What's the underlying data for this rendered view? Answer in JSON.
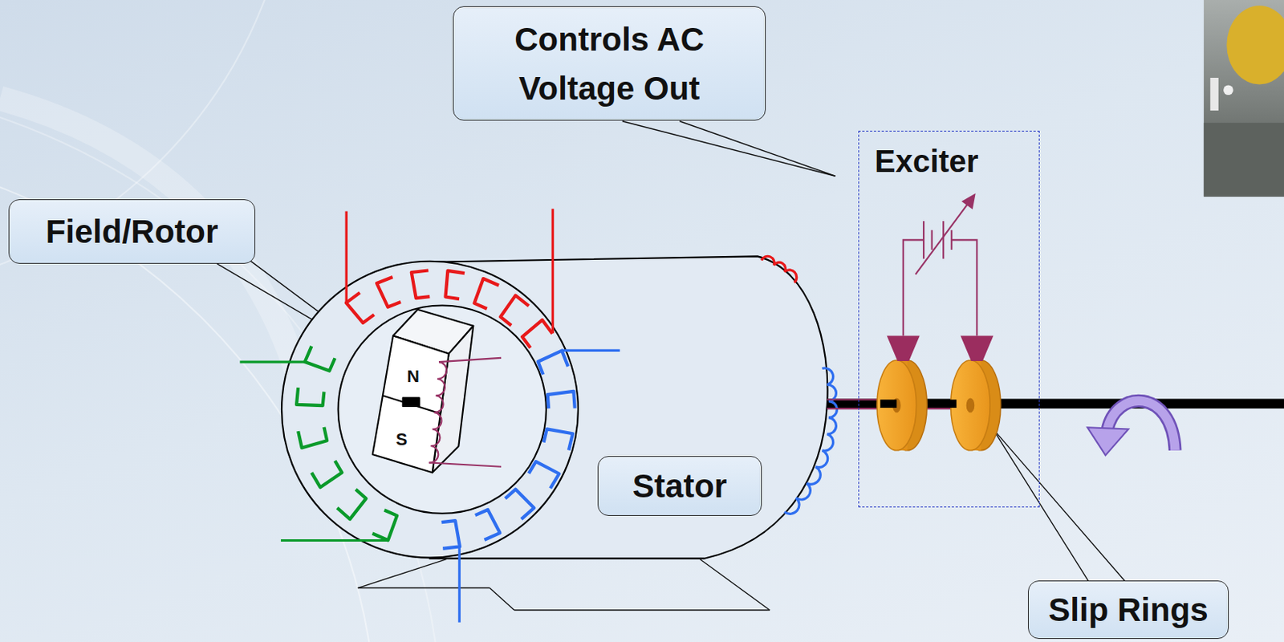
{
  "diagram": {
    "nodes": [
      {
        "text": [
          "Controls AC Voltage Out"
        ]
      },
      {
        "text": [
          "Exciter"
        ]
      },
      {
        "text": [
          "Field/Rotor"
        ]
      },
      {
        "text": [
          "Stator"
        ]
      },
      {
        "text": [
          "Slip Rings"
        ]
      }
    ],
    "labels": [
      "N",
      "S"
    ]
  }
}
